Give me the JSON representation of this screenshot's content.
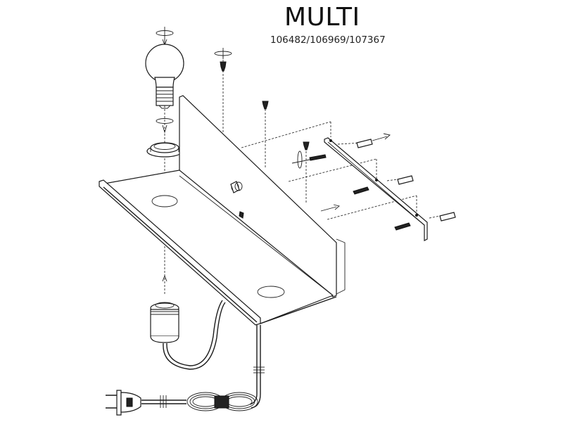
{
  "header": {
    "title": "MULTI",
    "product_codes": "106482/106969/107367"
  },
  "diagram": {
    "type": "exploded-assembly-view",
    "components": [
      {
        "name": "light-bulb"
      },
      {
        "name": "retaining-ring"
      },
      {
        "name": "socket-collar"
      },
      {
        "name": "shelf-bracket"
      },
      {
        "name": "lamp-socket"
      },
      {
        "name": "power-cord"
      },
      {
        "name": "cord-coil"
      },
      {
        "name": "euro-plug"
      },
      {
        "name": "wall-mounting-rail"
      },
      {
        "name": "wall-plugs"
      },
      {
        "name": "screws"
      }
    ]
  }
}
